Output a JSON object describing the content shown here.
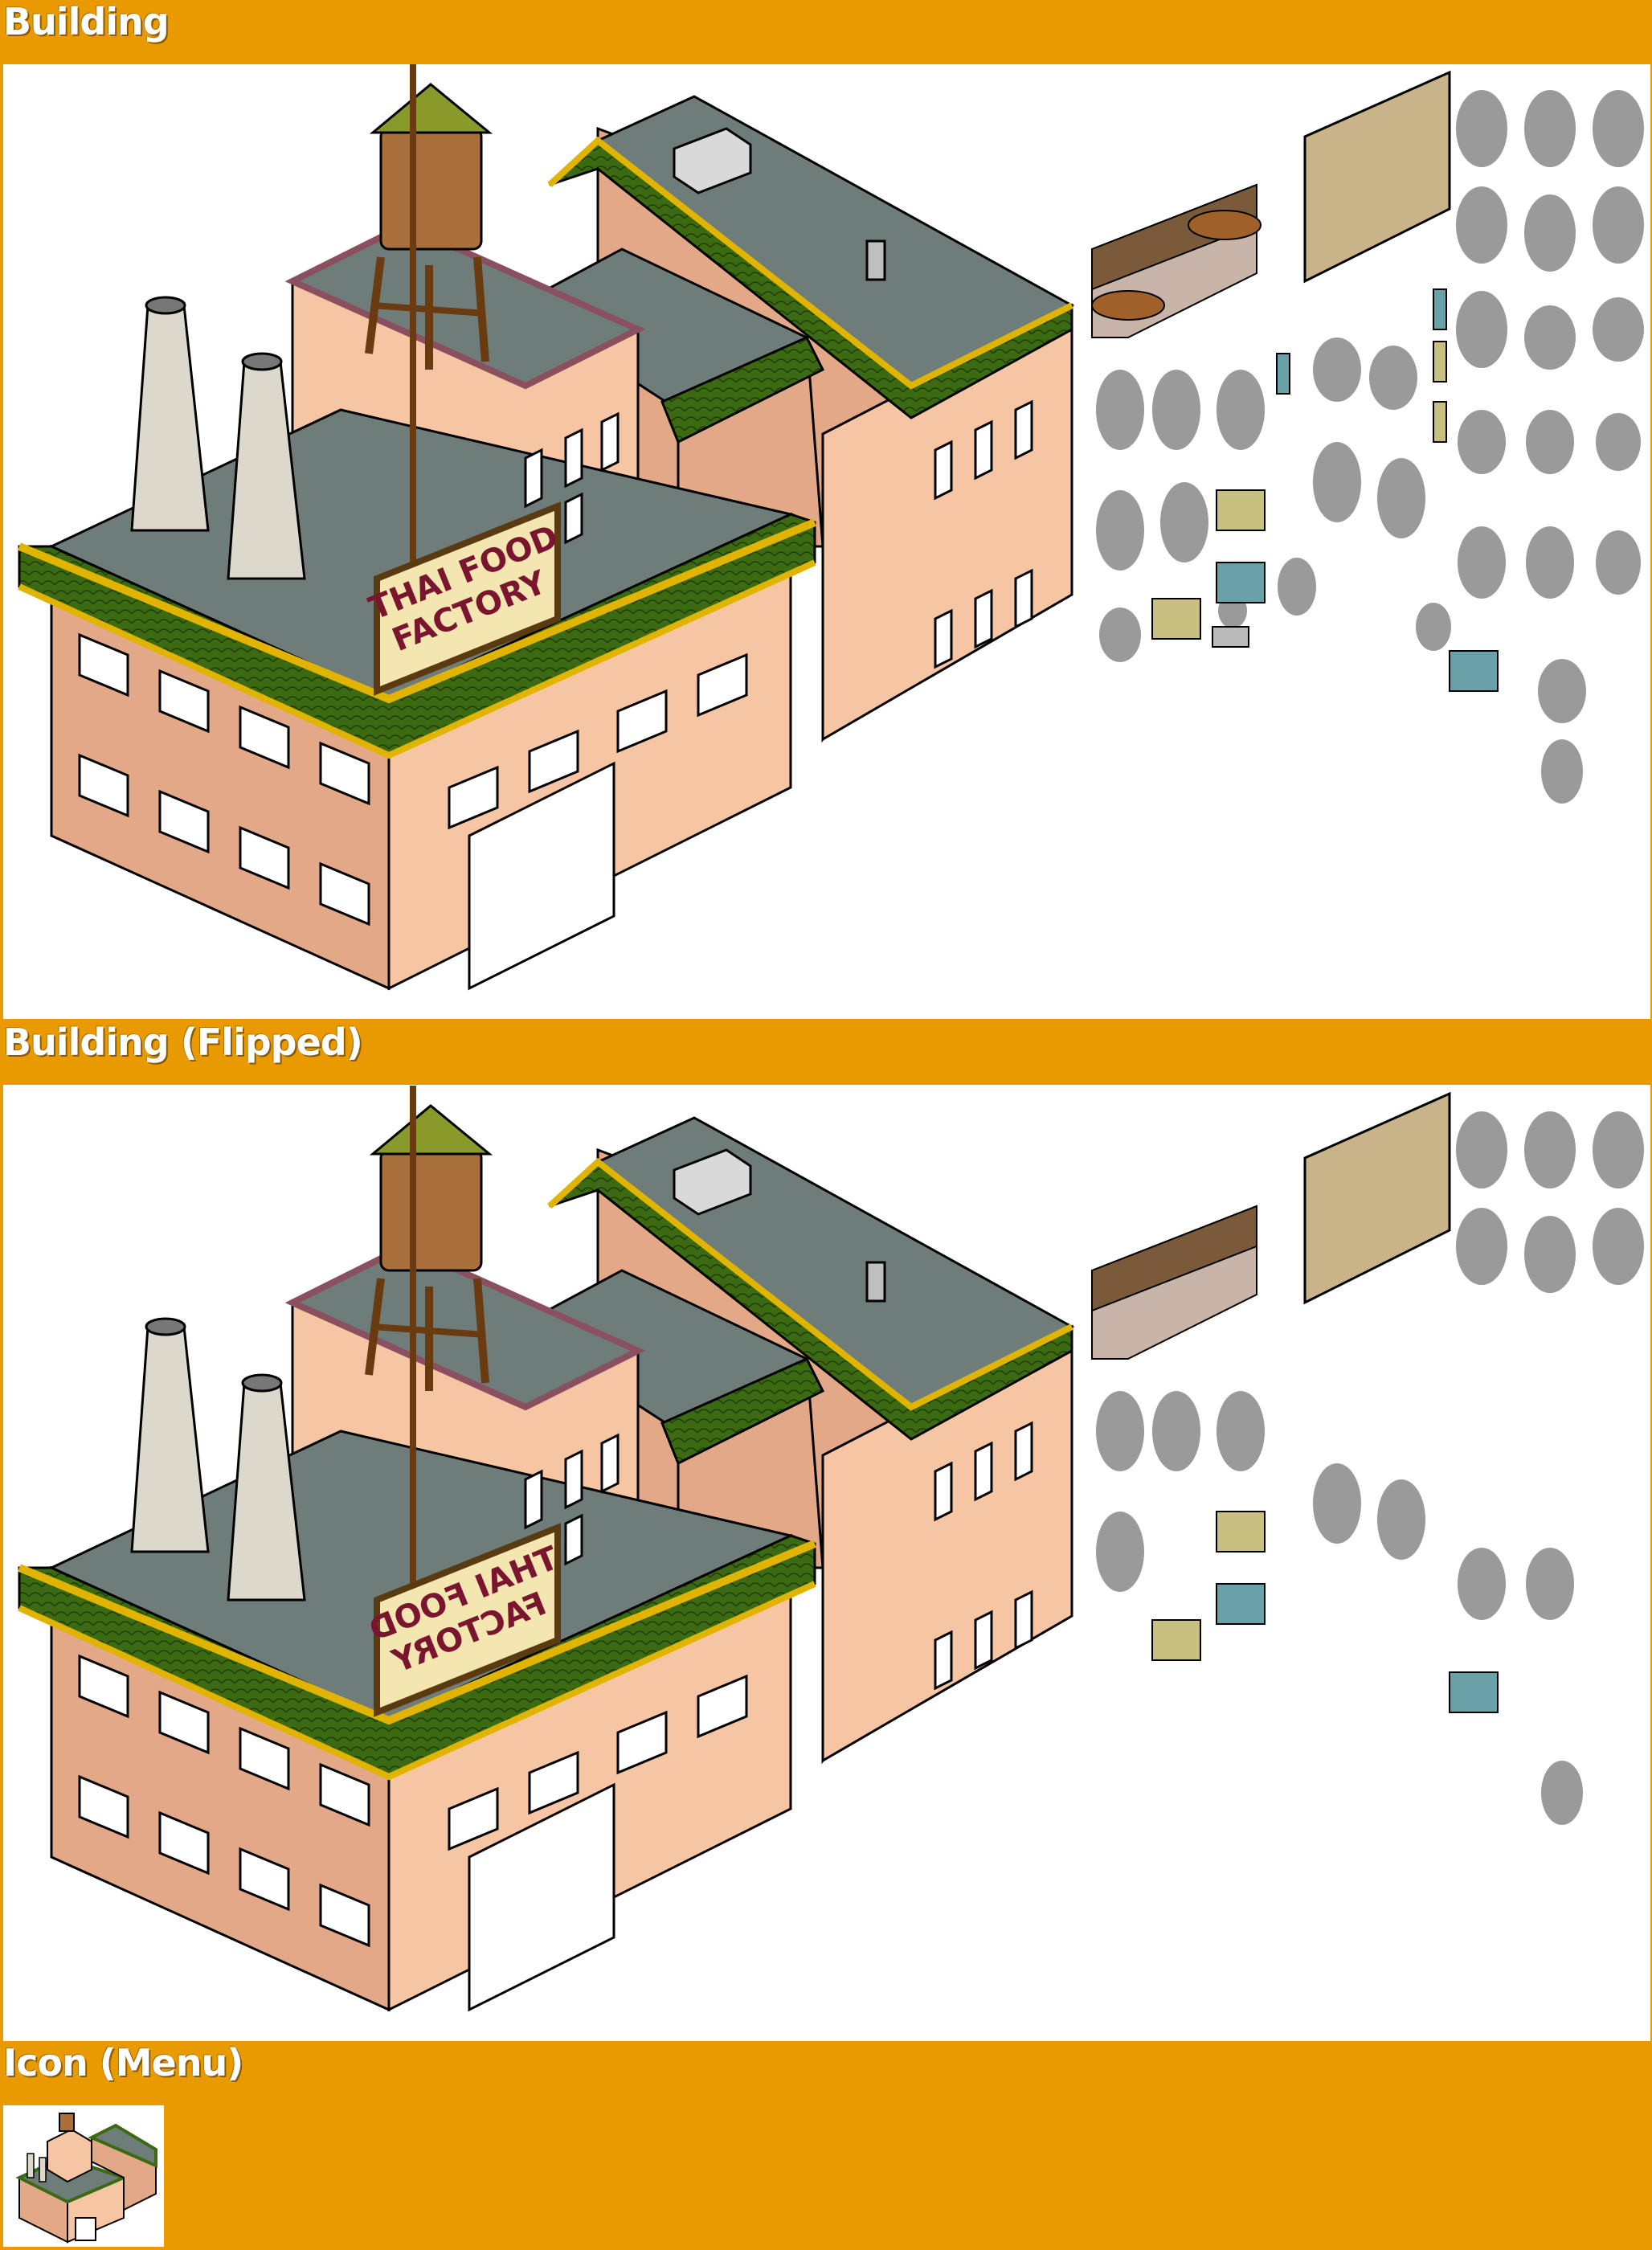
{
  "sections": {
    "building": {
      "title": "Building",
      "sign_line1": "THAI FOOD",
      "sign_line2": "FACTORY"
    },
    "building_flipped": {
      "title": "Building (Flipped)",
      "sign_line1": "THAI FOOD",
      "sign_line2": "FACTORY"
    },
    "icon_menu": {
      "title": "Icon (Menu)"
    }
  },
  "colors": {
    "background": "#e89a00",
    "wall": "#f6c6a4",
    "wall_shade": "#e2a888",
    "roof": "#6f7d7a",
    "roof_trim": "#e0b400",
    "tile_green": "#3c6a12",
    "sign_text": "#7a1530",
    "smoke": "#9a9a9a"
  }
}
